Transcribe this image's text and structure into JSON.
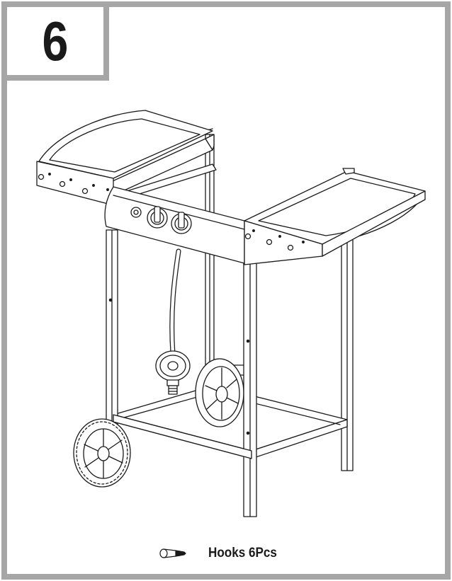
{
  "step": {
    "number": "6"
  },
  "illustration": {
    "subject": "grill-cart-assembly"
  },
  "parts": {
    "label": "Hooks  6Pcs",
    "icon": "hook-icon"
  },
  "colors": {
    "frame": "#a6a6a6",
    "ink": "#1a1a1a"
  }
}
